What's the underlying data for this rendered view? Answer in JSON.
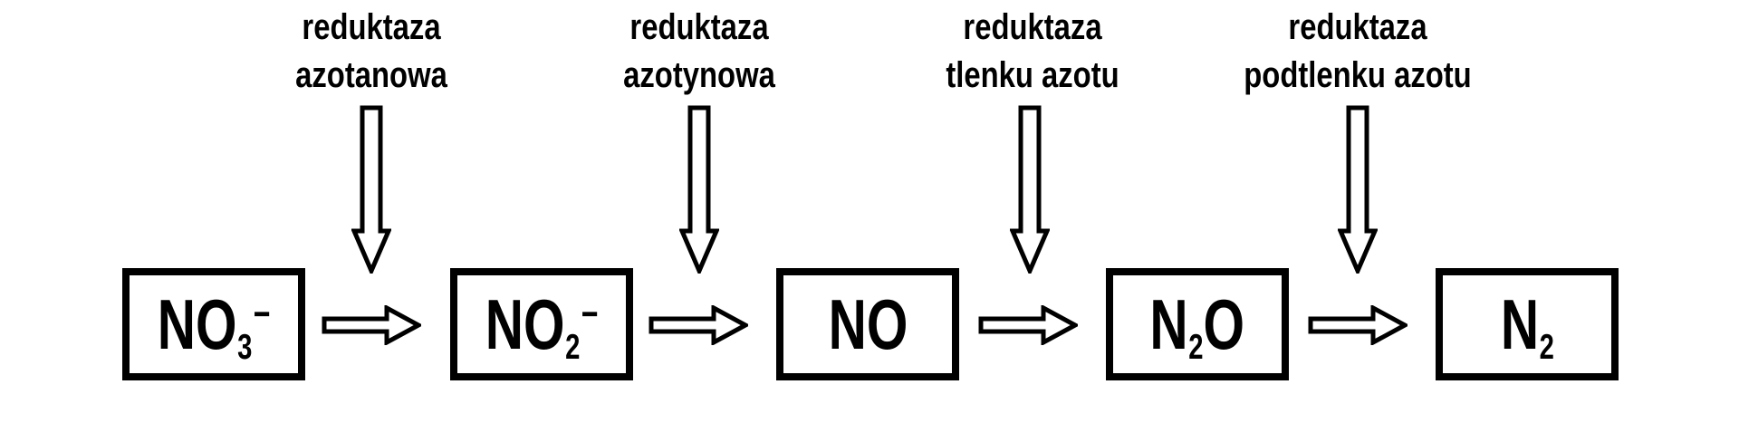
{
  "diagram": {
    "title": "",
    "process": "denitrification-pathway",
    "colors": {
      "background": "#ffffff",
      "stroke": "#000000",
      "box_fill": "#ffffff",
      "text": "#000000"
    },
    "stages": [
      {
        "name": "nitrate",
        "formula": {
          "base": "NO",
          "subscript": "3",
          "superscript": "−"
        }
      },
      {
        "name": "nitrite",
        "formula": {
          "base": "NO",
          "subscript": "2",
          "superscript": "−"
        }
      },
      {
        "name": "nitric-oxide",
        "formula": {
          "base": "NO"
        }
      },
      {
        "name": "nitrous-oxide",
        "formula": {
          "base": "N",
          "subscript": "2",
          "suffix": "O"
        }
      },
      {
        "name": "dinitrogen",
        "formula": {
          "base": "N",
          "subscript": "2"
        }
      }
    ],
    "enzymes": [
      {
        "line1": "reduktaza",
        "line2": "azotanowa"
      },
      {
        "line1": "reduktaza",
        "line2": "azotynowa"
      },
      {
        "line1": "reduktaza",
        "line2": "tlenku azotu"
      },
      {
        "line1": "reduktaza",
        "line2": "podtlenku azotu"
      }
    ]
  }
}
